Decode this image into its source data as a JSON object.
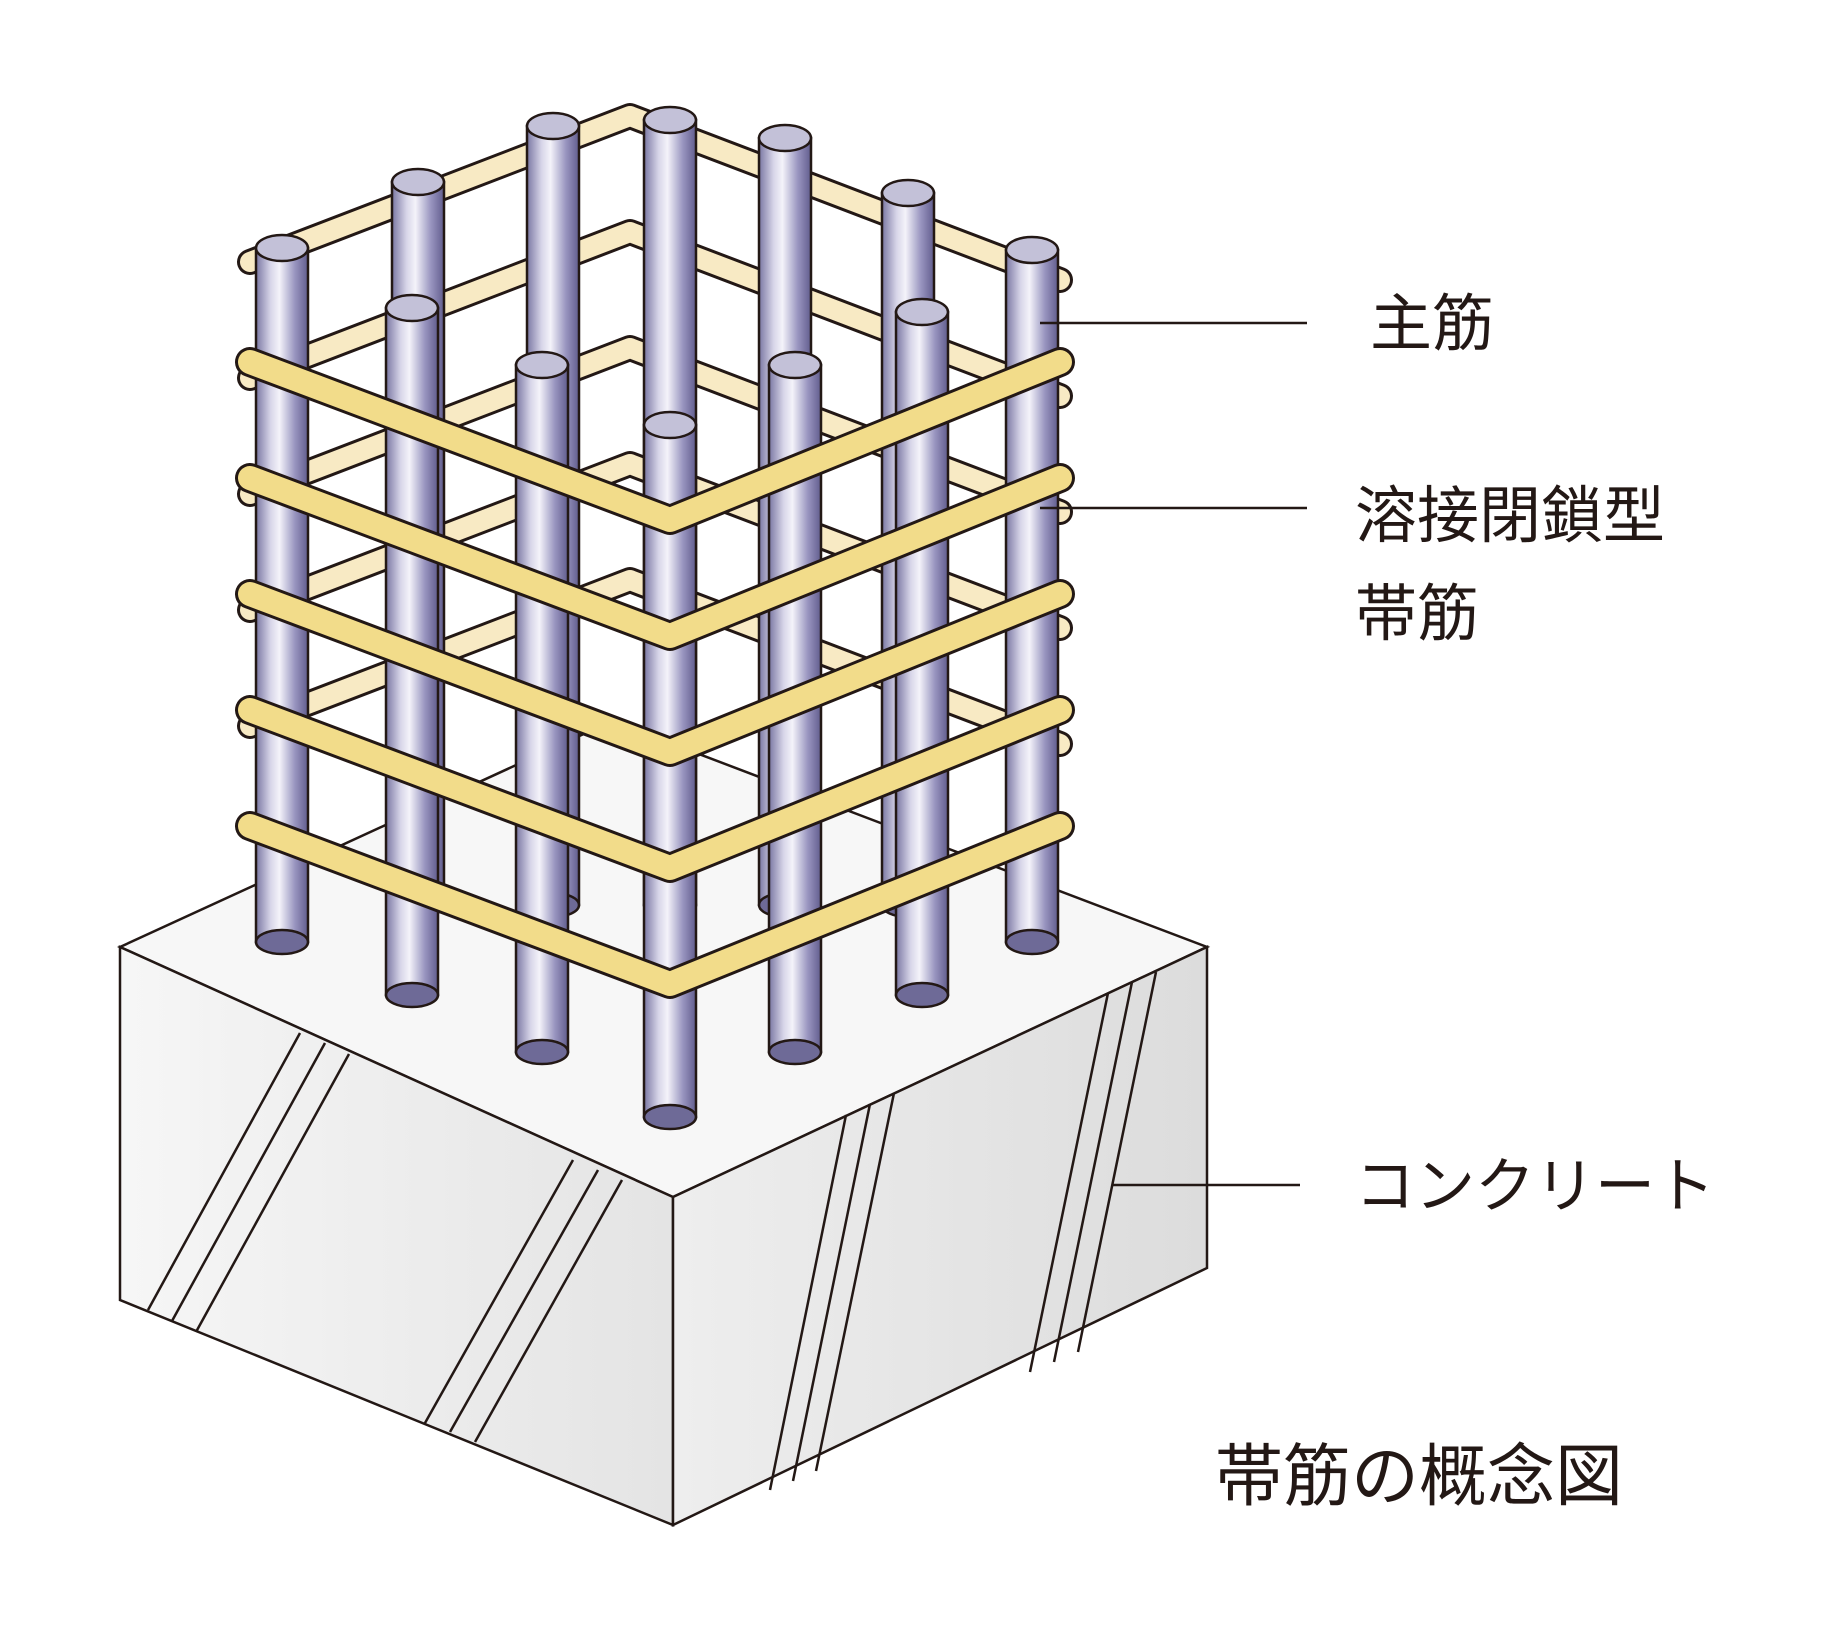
{
  "labels": {
    "main_rebar": "主筋",
    "hoop_line1": "溶接閉鎖型",
    "hoop_line2": "帯筋",
    "concrete": "コンクリート"
  },
  "caption": "帯筋の概念図",
  "colors": {
    "rebar_dark": "#6e6a97",
    "rebar_light": "#f2f1f8",
    "rebar_top": "#c3c1d8",
    "hoop_front": "#f2dc8a",
    "hoop_back": "#f8eac4",
    "concrete_top": "#f7f7f7",
    "concrete_side": "#e9e9e9",
    "outline": "#231815"
  }
}
